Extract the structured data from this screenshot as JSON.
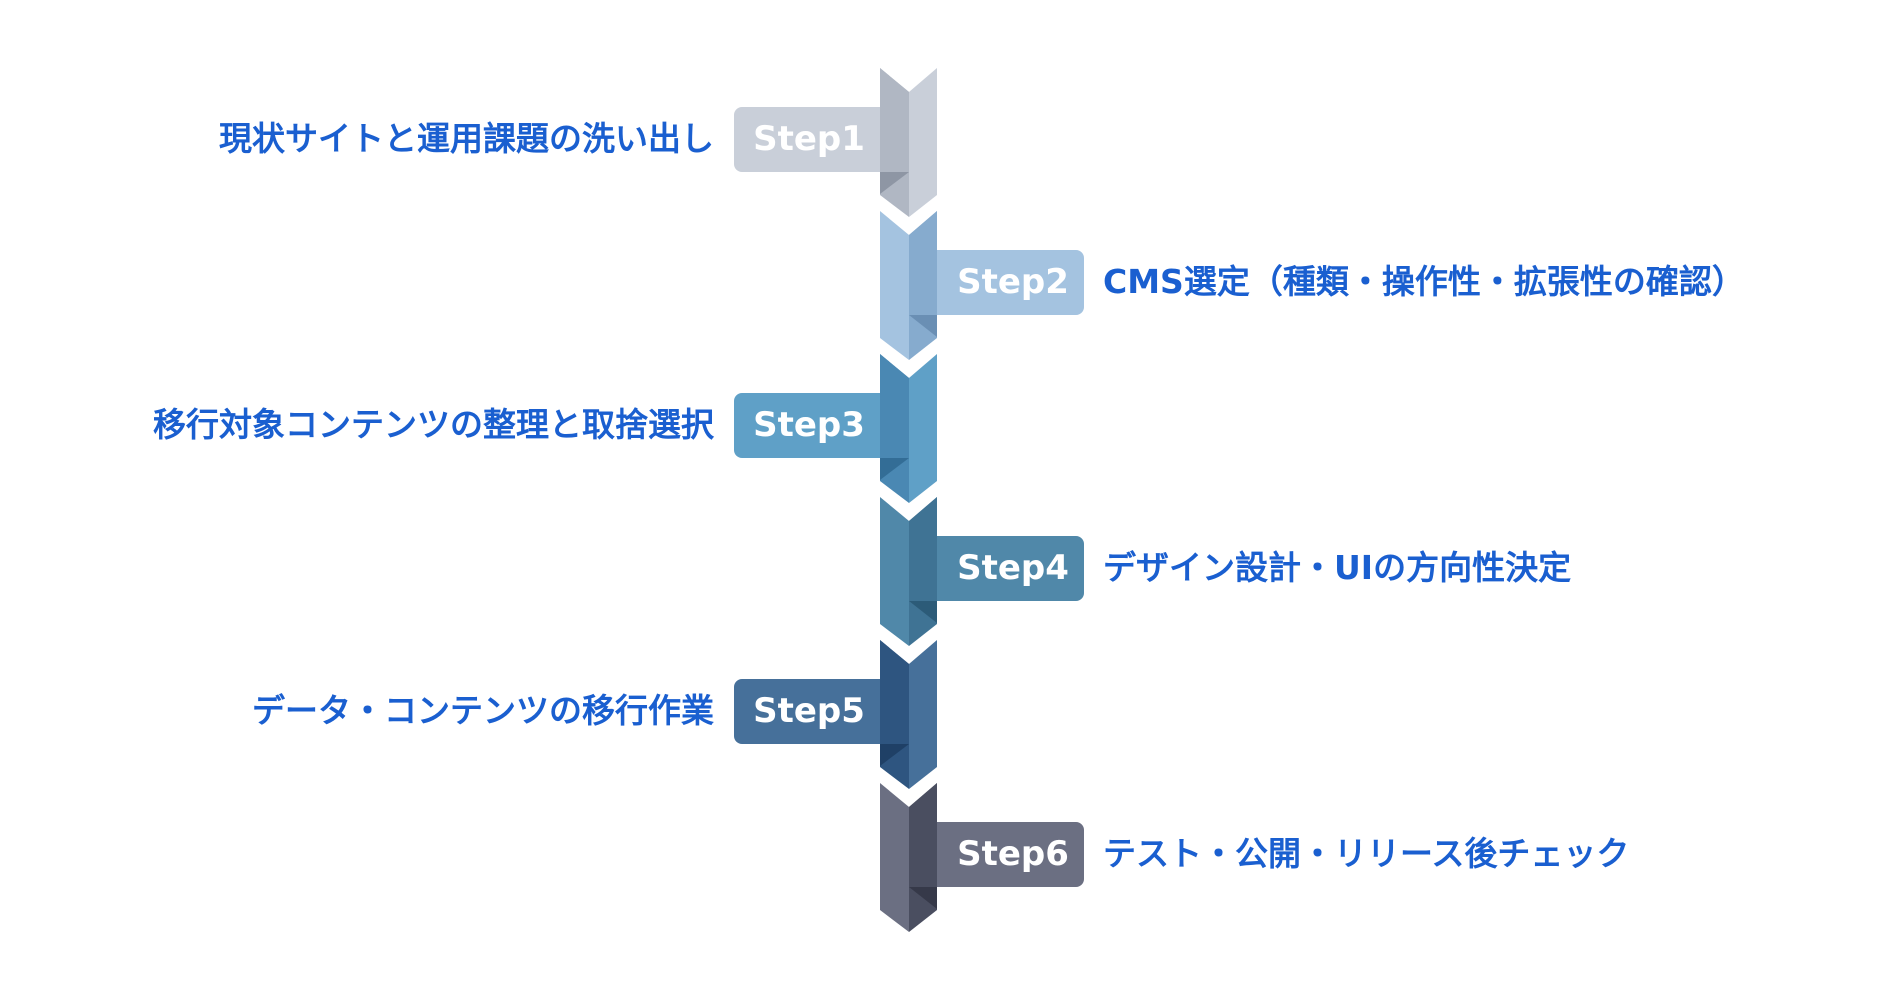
{
  "steps": [
    {
      "label": "Step1",
      "text": "現状サイトと運用課題の洗い出し",
      "side": "left",
      "colors": {
        "dark": "#b0b7c3",
        "light": "#c9cfd9",
        "fold": "#8e96a4"
      }
    },
    {
      "label": "Step2",
      "text": "CMS選定（種類・操作性・拡張性の確認）",
      "side": "right",
      "colors": {
        "dark": "#86abce",
        "light": "#a4c3e0",
        "fold": "#6a8fb4"
      }
    },
    {
      "label": "Step3",
      "text": "移行対象コンテンツの整理と取捨選択",
      "side": "left",
      "colors": {
        "dark": "#4a88b3",
        "light": "#5fa0c7",
        "fold": "#336d96"
      }
    },
    {
      "label": "Step4",
      "text": "デザイン設計・UIの方向性決定",
      "side": "right",
      "colors": {
        "dark": "#3f7394",
        "light": "#5088a9",
        "fold": "#2c5b78"
      }
    },
    {
      "label": "Step5",
      "text": "データ・コンテンツの移行作業",
      "side": "left",
      "colors": {
        "dark": "#2e5580",
        "light": "#46709a",
        "fold": "#1f4066"
      }
    },
    {
      "label": "Step6",
      "text": "テスト・公開・リリース後チェック",
      "side": "right",
      "colors": {
        "dark": "#4a4e60",
        "light": "#6b6f82",
        "fold": "#363949"
      }
    }
  ]
}
